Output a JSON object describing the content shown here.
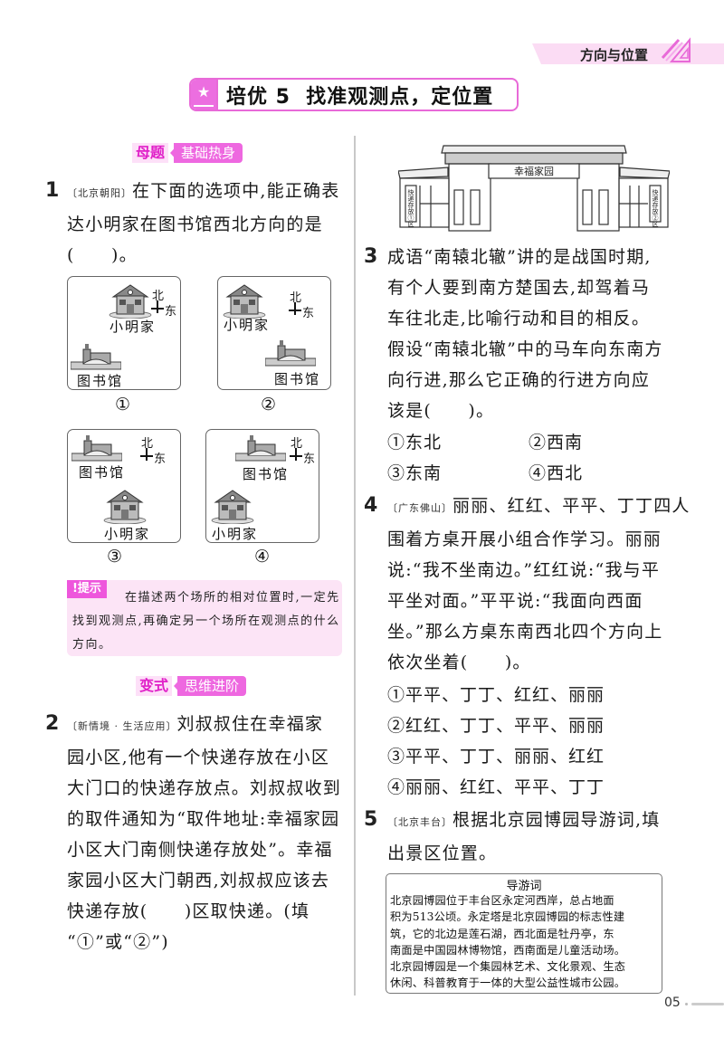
{
  "header": {
    "chapter_title": "方向与位置",
    "icon": "ruler-triangle-icon"
  },
  "lesson": {
    "star_icon": "★",
    "title": "培优 5  找准观测点，定位置"
  },
  "section1": {
    "main": "母题",
    "sub": "基础热身"
  },
  "section2": {
    "main": "变式",
    "sub": "思维进阶"
  },
  "q1": {
    "number": "1",
    "source": "〔北京朝阳〕",
    "lines": [
      "在下面的选项中,能正确表",
      "达小明家在图书馆西北方向的是",
      "(　　)。"
    ],
    "maps": [
      {
        "label": "①",
        "house": "小明家",
        "library": "图书馆",
        "north": "北",
        "east": "东"
      },
      {
        "label": "②",
        "house": "小明家",
        "library": "图书馆",
        "north": "北",
        "east": "东"
      },
      {
        "label": "③",
        "house": "小明家",
        "library": "图书馆",
        "north": "北",
        "east": "东"
      },
      {
        "label": "④",
        "house": "小明家",
        "library": "图书馆",
        "north": "北",
        "east": "东"
      }
    ]
  },
  "tip": {
    "tag": "!提示",
    "lines": [
      "　　　　在描述两个场所的相对位置时,一定先",
      "找到观测点,再确定另一个场所在观测点的什么",
      "方向。"
    ]
  },
  "q2": {
    "number": "2",
    "source": "〔新情境 · 生活应用〕",
    "lines": [
      "刘叔叔住在幸福家",
      "园小区,他有一个快递存放在小区",
      "大门口的快递存放点。刘叔叔收到",
      "的取件通知为“取件地址:幸福家园",
      "小区大门南侧快递存放处”。幸福",
      "家园小区大门朝西,刘叔叔应该去",
      "快递存放(　　)区取快递。(填",
      "“①”或“②”)"
    ]
  },
  "gate": {
    "sign": "幸福家园",
    "left_sign": "快递存放①区",
    "right_sign": "快递存放②区"
  },
  "q3": {
    "number": "3",
    "lines": [
      "成语“南辕北辙”讲的是战国时期,",
      "有个人要到南方楚国去,却驾着马",
      "车往北走,比喻行动和目的相反。",
      "假设“南辕北辙”中的马车向东南方",
      "向行进,那么它正确的行进方向应",
      "该是(　　)。"
    ],
    "options": [
      "①东北",
      "②西南",
      "③东南",
      "④西北"
    ]
  },
  "q4": {
    "number": "4",
    "source": "〔广东佛山〕",
    "lines": [
      "丽丽、红红、平平、丁丁四人",
      "围着方桌开展小组合作学习。丽丽",
      "说:“我不坐南边。”红红说:“我与平",
      "平坐对面。”平平说:“我面向西面",
      "坐。”那么方桌东南西北四个方向上",
      "依次坐着(　　)。"
    ],
    "options": [
      "①平平、丁丁、红红、丽丽",
      "②红红、丁丁、平平、丽丽",
      "③平平、丁丁、丽丽、红红",
      "④丽丽、红红、平平、丁丁"
    ]
  },
  "q5": {
    "number": "5",
    "source": "〔北京丰台〕",
    "lines": [
      "根据北京园博园导游词,填",
      "出景区位置。"
    ]
  },
  "guide": {
    "title": "导游词",
    "lines": [
      "北京园博园位于丰台区永定河西岸，总占地面",
      "积为513公顷。永定塔是北京园博园的标志性建",
      "筑，它的北边是莲石湖，西北面是牡丹亭，东",
      "南面是中国园林博物馆，西南面是儿童活动场。",
      "北京园博园是一个集园林艺术、文化景观、生态",
      "休闲、科普教育于一体的大型公益性城市公园。"
    ]
  },
  "page": {
    "number": "05"
  },
  "colors": {
    "accent": "#e86ad8",
    "accent_dark": "#e020c8",
    "tip_bg": "#fce4f6",
    "banner_bg": "#fbdcf4"
  }
}
